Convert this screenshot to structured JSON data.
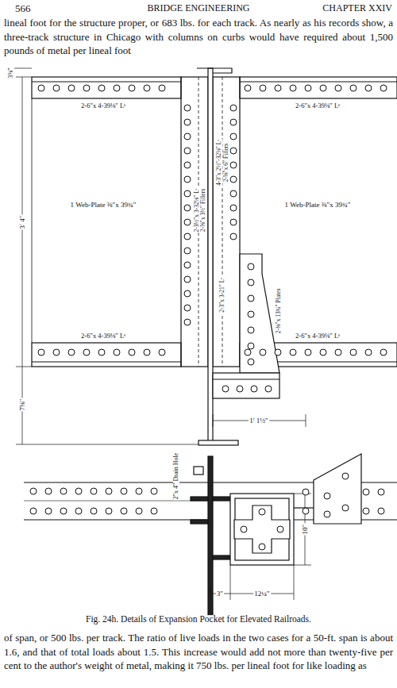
{
  "diagram": {
    "caption": "Fig. 24h. Details of Expansion Pocket for Elevated Railroads.",
    "labels": [
      "566",
      "BRIDGE ENGINEERING",
      "CHAPTER XXIV",
      "lineal foot for the structure proper, or 683 lbs. for each track. As nearly as his records show, a three-track structure in Chicago with columns on curbs would have required about 1,500 pounds of metal per lineal foot",
      "3⅝″",
      "2-6″x 4-39⅛″ Lˢ",
      "3′ 4″",
      "1 Web-Plate ⅜″x 39¾″",
      "2-3½″x 3-32⅛″ Lˢ",
      "2-⅝″x 3½″ Fillers",
      "4-3″x 2½″-32⅛″ Lˢ",
      "2-⅝″x 6″ Fillers",
      "1 Web-Plate ⅜″x 39¾″",
      "2-6″x 4-39⅛″ Lˢ",
      "2-3″x 3-21″ Lˢ",
      "2-⅜″x 13¾″ Plates",
      "2-6″x 4-39⅛″ Lˢ",
      "2-6″x 4-39⅛″ Lˢ",
      "7⅛″",
      "1′ 1½″",
      "2″x 4″ Drain Hole",
      "10″",
      "3″",
      "12¼″",
      "of span, or 500 lbs. per track. The ratio of live loads in the two cases for a 50-ft. span is about 1.6, and that of total loads about 1.5. This increase would add not more than twenty-five per cent to the author's weight of metal, making it 750 lbs. per lineal foot for like loading as"
    ]
  }
}
